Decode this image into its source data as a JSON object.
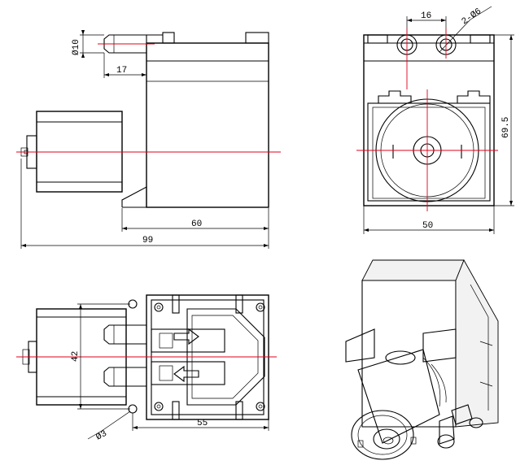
{
  "dimensions": {
    "side_view": {
      "diameter_outlet": "Ø10",
      "outlet_length": "17",
      "body_length": "60",
      "overall_length": "99"
    },
    "front_view": {
      "port_spacing": "16",
      "port_diameter": "2-Ø6",
      "height": "69.5",
      "width": "50"
    },
    "bottom_view": {
      "mount_spacing": "42",
      "hole_diameter": "Ø3",
      "base_length": "55"
    }
  },
  "colors": {
    "line": "#000000",
    "center_line": "#e0001b",
    "background": "#ffffff"
  }
}
